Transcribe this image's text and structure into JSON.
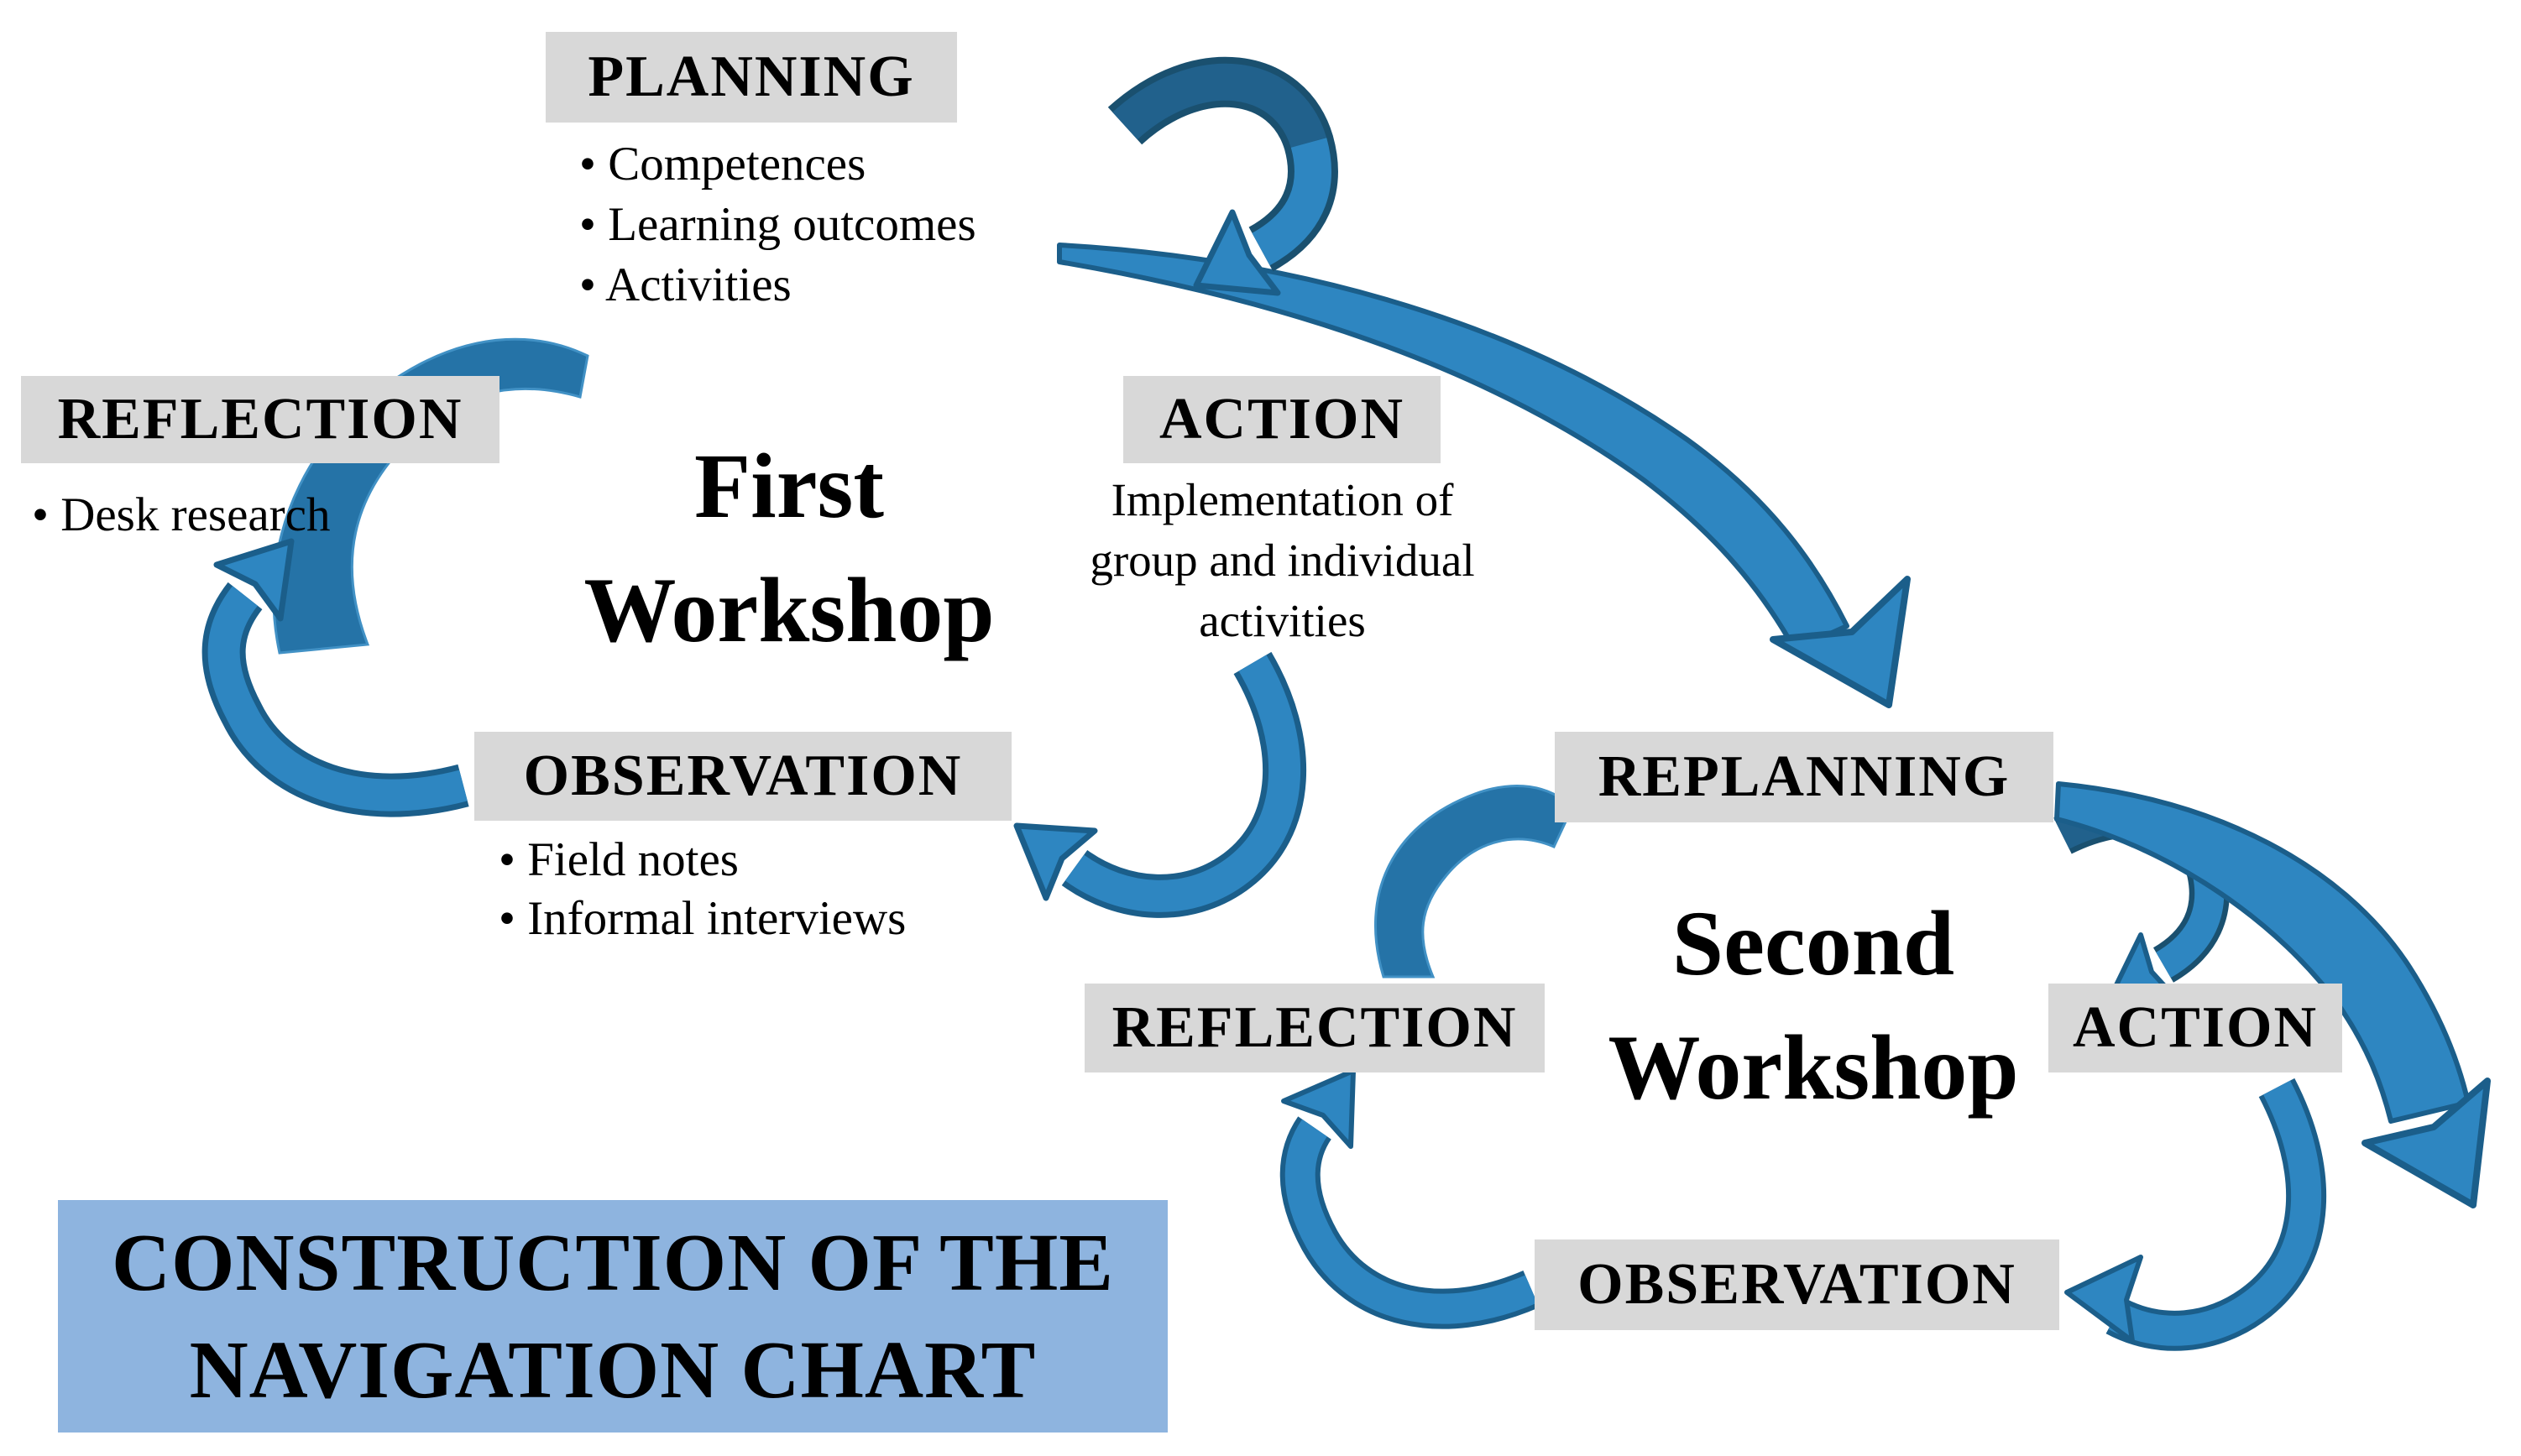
{
  "first_workshop": {
    "title_lines": [
      "First",
      "Workshop"
    ],
    "planning": {
      "label": "PLANNING",
      "bullets": [
        "• Competences",
        "• Learning outcomes",
        "• Activities"
      ]
    },
    "action": {
      "label": "ACTION",
      "description_lines": [
        "Implementation of",
        "group and individual",
        "activities"
      ]
    },
    "observation": {
      "label": "OBSERVATION",
      "bullets": [
        "• Field notes",
        "• Informal interviews"
      ]
    },
    "reflection": {
      "label": "REFLECTION",
      "bullets": [
        "• Desk research"
      ]
    }
  },
  "second_workshop": {
    "title_lines": [
      "Second",
      "Workshop"
    ],
    "replanning": {
      "label": "REPLANNING"
    },
    "action": {
      "label": "ACTION"
    },
    "observation": {
      "label": "OBSERVATION"
    },
    "reflection": {
      "label": "REFLECTION"
    }
  },
  "title_box": {
    "lines": [
      "CONSTRUCTION OF THE",
      "NAVIGATION CHART"
    ]
  },
  "colors": {
    "stage_box_bg": "#D8D8D8",
    "title_box_bg": "#8EB4DF",
    "arrow_fill": "#2E86C1",
    "arrow_outline": "#1B5E8A",
    "arrow_dark_segment": "#21618C",
    "flat_band_fill": "#2573A7",
    "text": "#000000"
  }
}
